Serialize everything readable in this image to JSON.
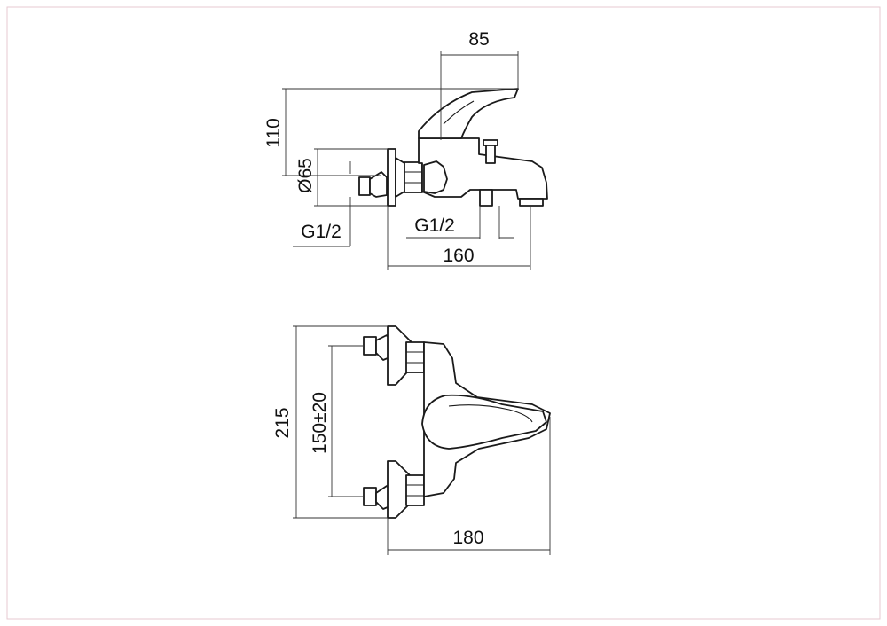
{
  "drawing": {
    "side_view": {
      "width_top": "85",
      "height": "110",
      "diameter": "Ø65",
      "thread_wall": "G1/2",
      "thread_outlet": "G1/2",
      "length": "160"
    },
    "top_view": {
      "overall_width": "215",
      "inlet_spacing": "150±20",
      "depth": "180"
    }
  },
  "colors": {
    "line": "#1a1a1a",
    "frame": "#e7c9d1",
    "background": "#ffffff"
  }
}
